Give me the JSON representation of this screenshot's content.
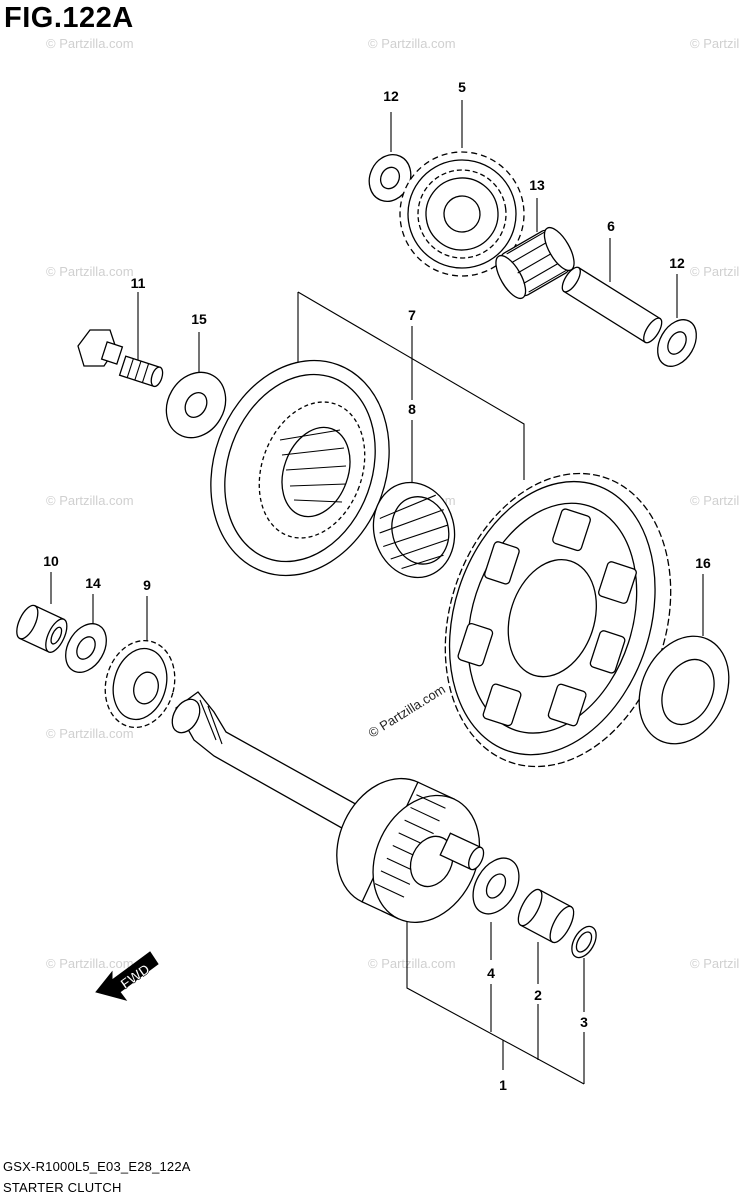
{
  "figure": {
    "title": "FIG.122A",
    "code": "GSX-R1000L5_E03_E28_122A",
    "name": "STARTER CLUTCH"
  },
  "watermark": {
    "text": "© Partzilla.com"
  },
  "direction_marker": {
    "label": "FWD"
  },
  "callouts": [
    {
      "id": "c1",
      "label": "1"
    },
    {
      "id": "c2",
      "label": "2"
    },
    {
      "id": "c3",
      "label": "3"
    },
    {
      "id": "c4",
      "label": "4"
    },
    {
      "id": "c5",
      "label": "5"
    },
    {
      "id": "c6",
      "label": "6"
    },
    {
      "id": "c7",
      "label": "7"
    },
    {
      "id": "c8",
      "label": "8"
    },
    {
      "id": "c9",
      "label": "9"
    },
    {
      "id": "c10",
      "label": "10"
    },
    {
      "id": "c11",
      "label": "11"
    },
    {
      "id": "c12a",
      "label": "12"
    },
    {
      "id": "c12b",
      "label": "12"
    },
    {
      "id": "c13",
      "label": "13"
    },
    {
      "id": "c14",
      "label": "14"
    },
    {
      "id": "c15",
      "label": "15"
    },
    {
      "id": "c16",
      "label": "16"
    }
  ]
}
